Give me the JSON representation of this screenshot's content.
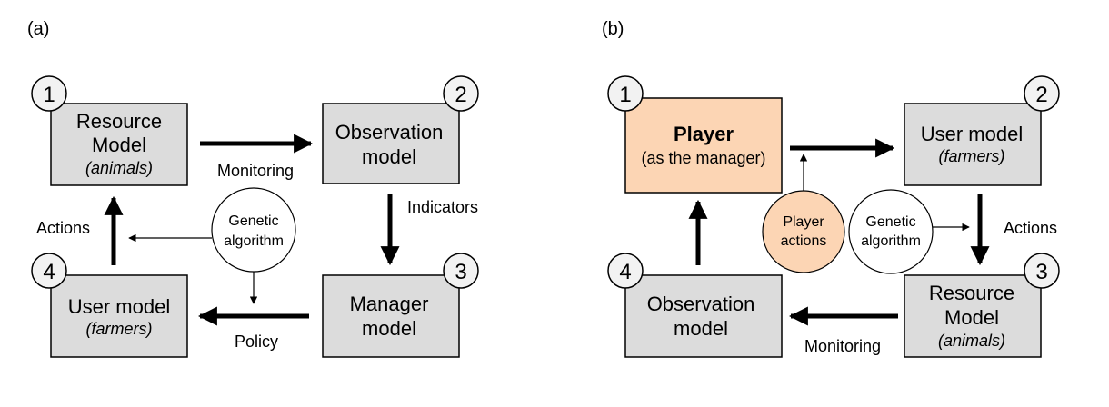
{
  "panels": {
    "a": {
      "label": "(a)",
      "boxes": {
        "b1": {
          "num": "1",
          "line1": "Resource",
          "line2": "Model",
          "line3": "(animals)"
        },
        "b2": {
          "num": "2",
          "line1": "Observation",
          "line2": "model"
        },
        "b3": {
          "num": "3",
          "line1": "Manager",
          "line2": "model"
        },
        "b4": {
          "num": "4",
          "line1": "User model",
          "line2": "(farmers)"
        }
      },
      "arrows": {
        "monitoring": "Monitoring",
        "indicators": "Indicators",
        "policy": "Policy",
        "actions": "Actions"
      },
      "genetic": {
        "line1": "Genetic",
        "line2": "algorithm"
      }
    },
    "b": {
      "label": "(b)",
      "boxes": {
        "b1": {
          "num": "1",
          "line1": "Player",
          "line2": "(as the manager)"
        },
        "b2": {
          "num": "2",
          "line1": "User model",
          "line2": "(farmers)"
        },
        "b3": {
          "num": "3",
          "line1": "Resource",
          "line2": "Model",
          "line3": "(animals)"
        },
        "b4": {
          "num": "4",
          "line1": "Observation",
          "line2": "model"
        }
      },
      "arrows": {
        "actions": "Actions",
        "monitoring": "Monitoring"
      },
      "genetic": {
        "line1": "Genetic",
        "line2": "algorithm"
      },
      "player_actions": {
        "line1": "Player",
        "line2": "actions"
      }
    }
  },
  "colors": {
    "box_fill": "#dcdcdc",
    "player_fill": "#fcd5b4",
    "number_circle_fill": "#f2f2f2"
  }
}
